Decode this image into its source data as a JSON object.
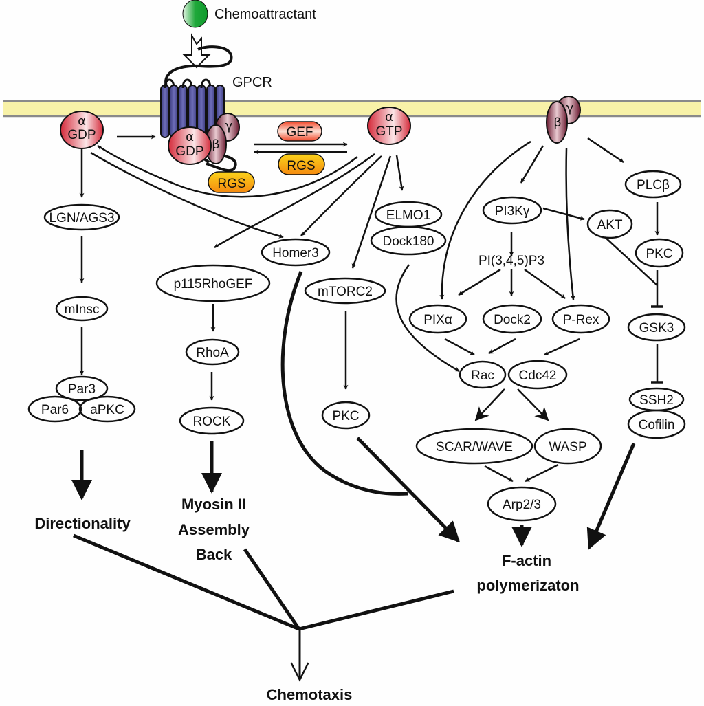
{
  "labels": {
    "chemoattractant": "Chemoattractant",
    "gpcr": "GPCR",
    "alpha": "α",
    "beta": "β",
    "gamma": "γ",
    "gdp": "GDP",
    "gtp": "GTP",
    "gef": "GEF",
    "rgs": "RGS"
  },
  "nodes": {
    "lgn": "LGN/AGS3",
    "minsc": "mInsc",
    "par3": "Par3",
    "par6": "Par6",
    "apkc": "aPKC",
    "p115": "p115RhoGEF",
    "rhoa": "RhoA",
    "rock": "ROCK",
    "homer3": "Homer3",
    "mtorc2": "mTORC2",
    "pkc_mid": "PKC",
    "elmo1": "ELMO1",
    "dock180": "Dock180",
    "pi3k": "PI3Kγ",
    "pip3": "PI(3,4,5)P3",
    "pixa": "PIXα",
    "dock2": "Dock2",
    "prex": "P-Rex",
    "rac": "Rac",
    "cdc42": "Cdc42",
    "scar": "SCAR/WAVE",
    "wasp": "WASP",
    "arp": "Arp2/3",
    "plcb": "PLCβ",
    "akt": "AKT",
    "pkc_right": "PKC",
    "gsk3": "GSK3",
    "ssh2": "SSH2",
    "cofilin": "Cofilin"
  },
  "outcomes": {
    "directionality": "Directionality",
    "myosin_1": "Myosin II",
    "myosin_2": "Assembly",
    "myosin_3": "Back",
    "factin_1": "F-actin",
    "factin_2": "polymerizaton",
    "chemotaxis": "Chemotaxis"
  },
  "colors": {
    "membrane_fill": "#f8f2a8",
    "membrane_edge": "#8a8a8a",
    "gpcr_helix": "#55559a",
    "galpha": "#d8303e",
    "gbetagamma": "#6e1f34",
    "gef": "#f04a2a",
    "rgs": "#f59a12",
    "chemoattractant": "#1fa83a"
  }
}
